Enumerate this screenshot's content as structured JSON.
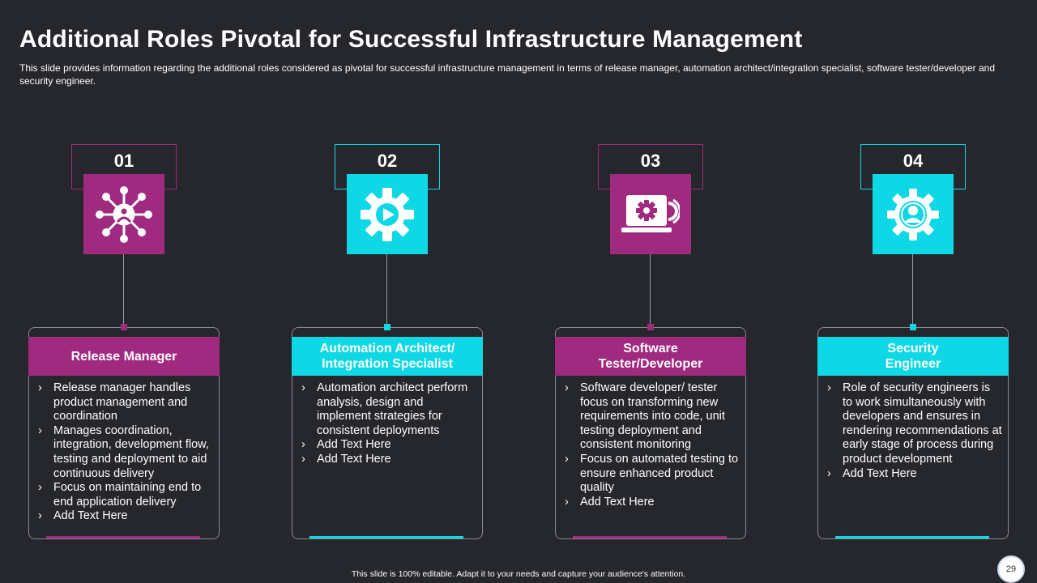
{
  "title": "Additional Roles Pivotal for Successful Infrastructure Management",
  "subtitle": "This slide provides information regarding the additional roles considered as pivotal for successful infrastructure management in terms of release manager, automation architect/integration specialist, software tester/developer and security engineer.",
  "colors": {
    "magenta": "#a02a7f",
    "cyan": "#0fd8e6",
    "background": "#26272c"
  },
  "roles": [
    {
      "number": "01",
      "icon": "network-user-icon",
      "header_line1": "Release Manager",
      "header_line2": "",
      "bullets": [
        "Release manager handles product management and coordination",
        "Manages coordination, integration, development flow, testing and deployment to aid continuous delivery",
        "Focus on maintaining end to end application delivery",
        "Add Text Here"
      ]
    },
    {
      "number": "02",
      "icon": "gear-play-icon",
      "header_line1": "Automation Architect/",
      "header_line2": "Integration Specialist",
      "bullets": [
        "Automation architect perform analysis, design and implement strategies for consistent deployments",
        "Add Text Here",
        "Add Text Here"
      ]
    },
    {
      "number": "03",
      "icon": "laptop-gear-icon",
      "header_line1": "Software",
      "header_line2": "Tester/Developer",
      "bullets": [
        "Software developer/ tester focus on transforming new requirements into code, unit testing deployment and consistent monitoring",
        "Focus on automated testing to ensure enhanced product quality",
        "Add Text Here"
      ]
    },
    {
      "number": "04",
      "icon": "gear-user-icon",
      "header_line1": "Security",
      "header_line2": "Engineer",
      "bullets": [
        "Role of security engineers is to work simultaneously with developers and ensures in rendering recommendations at early stage of process during product development",
        "Add Text Here"
      ]
    }
  ],
  "footer": "This slide is 100% editable. Adapt it to your needs and capture your audience's attention.",
  "page_number": "29"
}
